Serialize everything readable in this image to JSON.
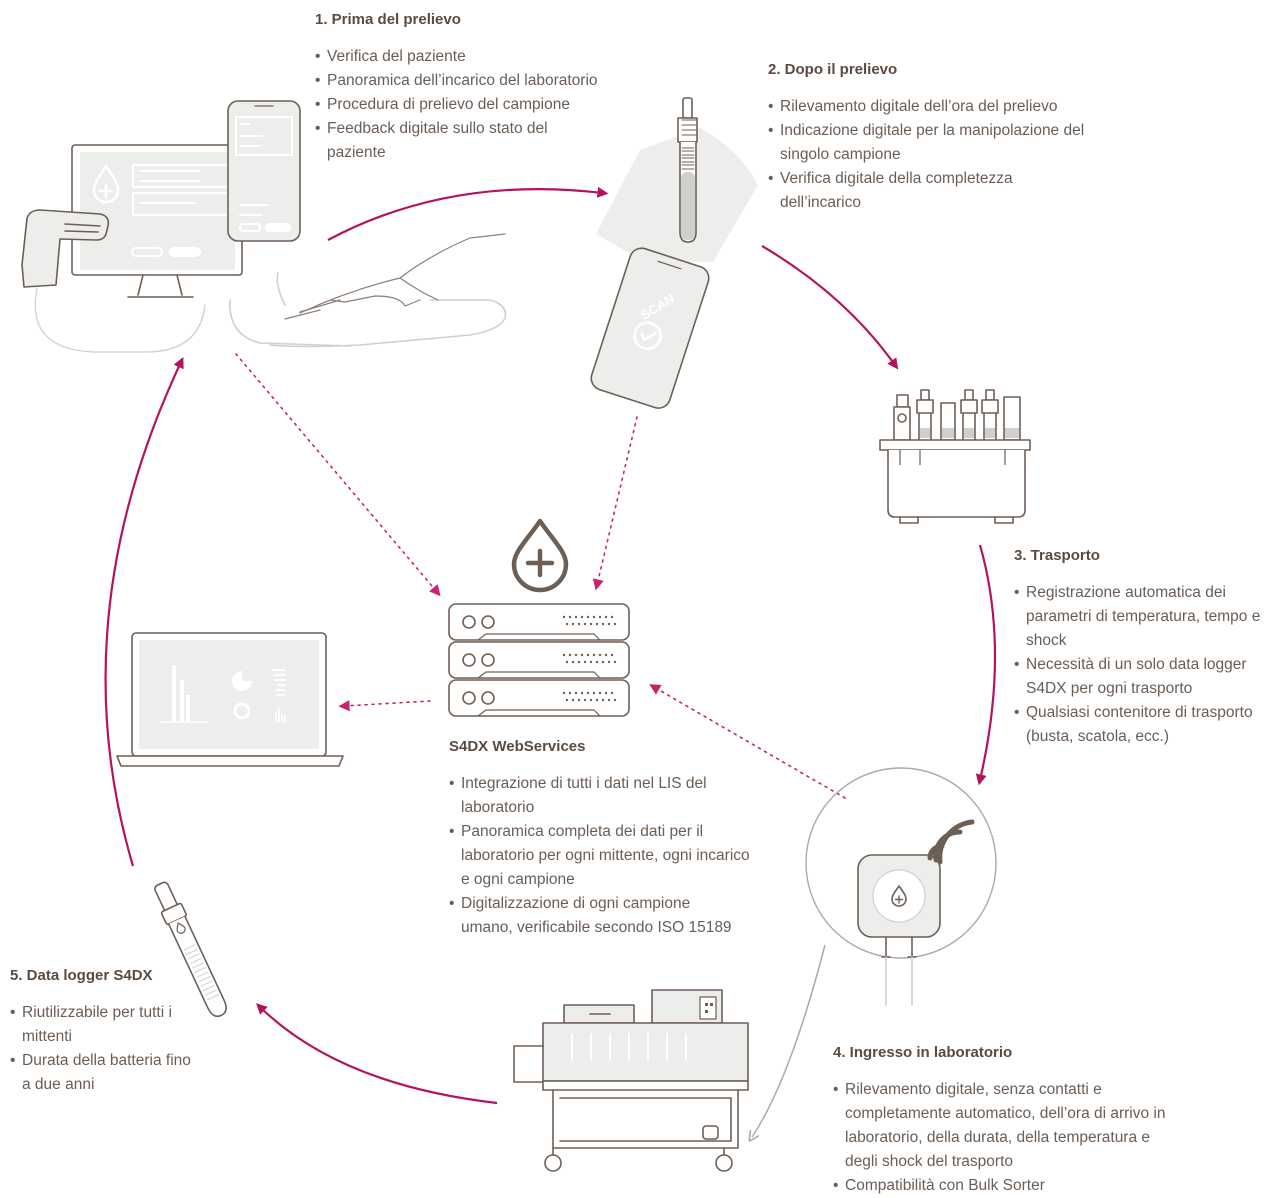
{
  "steps": [
    {
      "title": "1.  Prima del prelievo",
      "items": [
        "Verifica del paziente",
        "Panoramica dell’incarico del laboratorio",
        "Procedura di prelievo del campione",
        "Feedback digitale sullo stato del paziente"
      ]
    },
    {
      "title": "2.  Dopo il prelievo",
      "items": [
        "Rilevamento digitale dell’ora del prelievo",
        "Indicazione digitale per la manipolazione del singolo campione",
        "Verifica digitale della completezza dell’incarico"
      ]
    },
    {
      "title": "3.  Trasporto",
      "items": [
        "Registrazione automatica dei parametri di temperatura, tempo e shock",
        "Necessità di un solo data logger S4DX per ogni trasporto",
        "Qualsiasi contenitore di trasporto (busta, scatola, ecc.)"
      ]
    },
    {
      "title": "4.  Ingresso in laboratorio",
      "items": [
        "Rilevamento digitale, senza contatti e completamente automatico, dell’ora di arrivo in laboratorio, della durata, della temperatura e degli shock del trasporto",
        "Compatibilità con Bulk Sorter"
      ]
    },
    {
      "title": "5.  Data logger S4DX",
      "items": [
        "Riutilizzabile per tutti i mittenti",
        "Durata della batteria fino a due anni"
      ]
    }
  ],
  "center": {
    "title": "S4DX WebServices",
    "items": [
      "Integrazione di tutti i dati nel LIS del laboratorio",
      "Panoramica completa dei dati per il laboratorio per ogni mittente, ogni incarico e ogni campione",
      "Digitalizzazione di ogni campione umano, verificabile secondo ISO 15189"
    ]
  },
  "phone_scan_label": "SCAN",
  "colors": {
    "flow_arrow": "#b5125e",
    "sync_arrow": "#c8236f",
    "illustration_stroke": "#6e5f55",
    "illustration_fill": "#ededec",
    "text": "#6b5d53",
    "heading": "#5c4a3f"
  }
}
